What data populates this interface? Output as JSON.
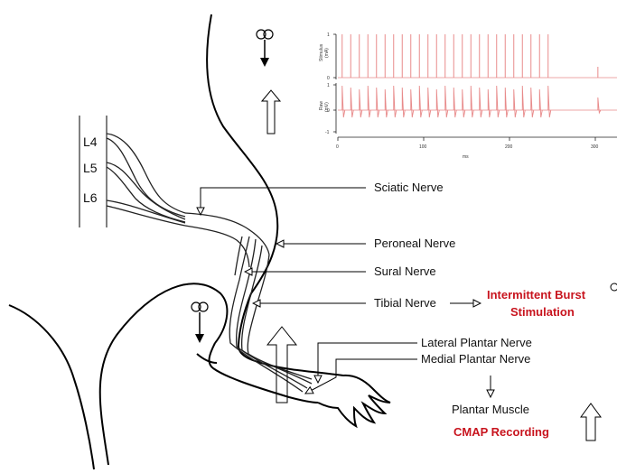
{
  "vertebrae": [
    "L4",
    "L5",
    "L6"
  ],
  "nerves": {
    "sciatic": "Sciatic Nerve",
    "peroneal": "Peroneal Nerve",
    "sural": "Sural Nerve",
    "tibial": "Tibial Nerve",
    "lateral_plantar": "Lateral Plantar Nerve",
    "medial_plantar": "Medial Plantar Nerve",
    "plantar_muscle": "Plantar Muscle"
  },
  "stimulation": {
    "line1": "Intermittent Burst",
    "line2": "Stimulation"
  },
  "recording": "CMAP Recording",
  "trace": {
    "stim_label_1": "Stimulus",
    "stim_label_2": "(mA)",
    "raw_label_1": "Raw",
    "raw_label_2": "(mV)",
    "x_label": "ms",
    "x_ticks": [
      "0",
      "100",
      "200",
      "300"
    ],
    "stim_ticks": [
      "1",
      "0"
    ],
    "raw_ticks": [
      "1",
      "0",
      "-1"
    ],
    "color": "#e88a8a",
    "pulse_count": 25,
    "pulse_start_ms": 5,
    "pulse_interval_ms": 10,
    "late_pulse_ms": 303
  }
}
